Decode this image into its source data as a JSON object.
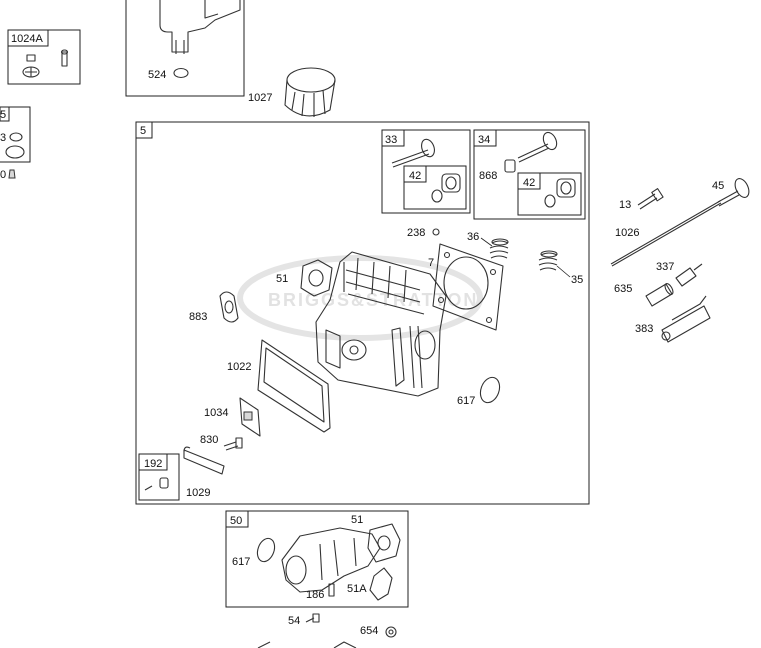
{
  "watermark": "BRIGGS&STRATTON",
  "boxes": {
    "top_box_part": "524",
    "box_1024a": "1024A",
    "box_left_partial": "5",
    "box_5": "5",
    "box_33": "33",
    "box_34": "34",
    "box_42a": "42",
    "box_42b": "42",
    "box_192": "192",
    "box_50": "50"
  },
  "callouts": {
    "p1027": "1027",
    "p3": "3",
    "p0": "0",
    "p868": "868",
    "p238": "238",
    "p36": "36",
    "p7": "7",
    "p35": "35",
    "p51": "51",
    "p883": "883",
    "p1022": "1022",
    "p1034": "1034",
    "p830": "830",
    "p1029": "1029",
    "p617": "617",
    "p13": "13",
    "p45": "45",
    "p1026": "1026",
    "p337": "337",
    "p635": "635",
    "p383": "383",
    "p51b": "51",
    "p617b": "617",
    "p186": "186",
    "p51a": "51A",
    "p54": "54",
    "p654": "654"
  }
}
